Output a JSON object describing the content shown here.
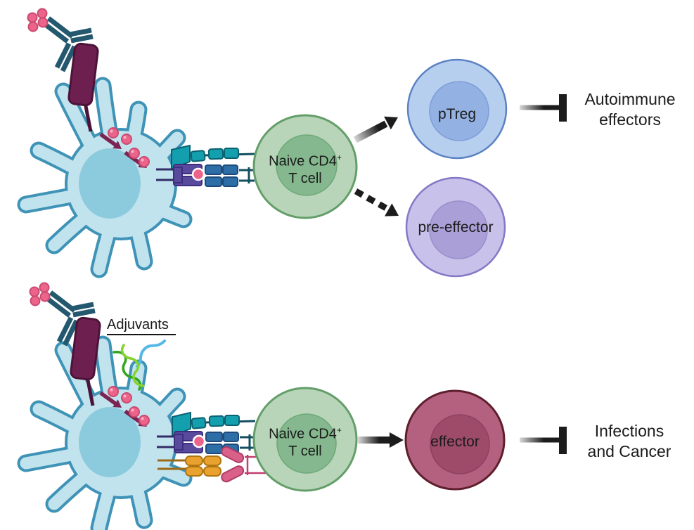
{
  "palette": {
    "background": "#ffffff",
    "text_color": "#1b1b1b",
    "arrow_black": "#1c1c1c",
    "arrow_fade": "#d9d9d9",
    "dc_body": "#c1e3ed",
    "dc_outline": "#3e93b7",
    "dc_nucleus": "#8ccbdd",
    "tcell_body": "#b8d5ba",
    "tcell_outline": "#639e68",
    "tcell_nucleus": "#85b88e",
    "tcell_nucleus_edge": "#6da877",
    "ptreg_body": "#b7cfee",
    "ptreg_outline": "#5d82c4",
    "ptreg_nucleus": "#93b2e3",
    "ptreg_nucleus_edge": "#7e9cd8",
    "pre_effector_body": "#c8c1e9",
    "pre_effector_outline": "#8379c7",
    "pre_effector_nucleus": "#ab9fd8",
    "pre_effector_nucleus_edge": "#9a8ecd",
    "effector_body": "#b4617f",
    "effector_outline": "#5e1f2c",
    "effector_nucleus": "#9d4b69",
    "effector_nucleus_edge": "#8d4260",
    "antibody": "#24586f",
    "antigen": "#ec6489",
    "antigen_outline": "#cb4a71",
    "antigen_highlight": "#f8afc4",
    "drug_rod": "#6d2050",
    "drug_rod_outline": "#4c1338",
    "vesicle_arrow": "#7b2352",
    "teal_receptor": "#149fae",
    "teal_receptor_dark": "#0a6271",
    "receptor_line": "#134f60",
    "mhc_purple": "#5a4a9e",
    "mhc_purple_dark": "#3d2f7d",
    "mhc_stalk": "#312b66",
    "tcr_blue": "#2e6ea6",
    "tcr_blue_dark": "#1d4a7a",
    "costim_orange": "#e9a22e",
    "costim_orange_dark": "#b1750f",
    "costim_orange_line": "#9c6a17",
    "costim_pink": "#d96088",
    "costim_pink_dark": "#b03a65",
    "costim_pink_line": "#c23e70",
    "rna_blue": "#55b8e8",
    "dna_green_dark": "#2fa61c",
    "dna_green_light": "#86d32e"
  },
  "labels": {
    "naive_t_cell": {
      "line1": "Naive CD4",
      "superscript": "+",
      "line2": "T cell"
    },
    "ptreg": "pTreg",
    "pre_effector": "pre-effector",
    "effector": "effector",
    "adjuvants": "Adjuvants",
    "autoimmune": {
      "line1": "Autoimmune",
      "line2": "effectors"
    },
    "infections": {
      "line1": "Infections",
      "line2": "and Cancer"
    }
  }
}
